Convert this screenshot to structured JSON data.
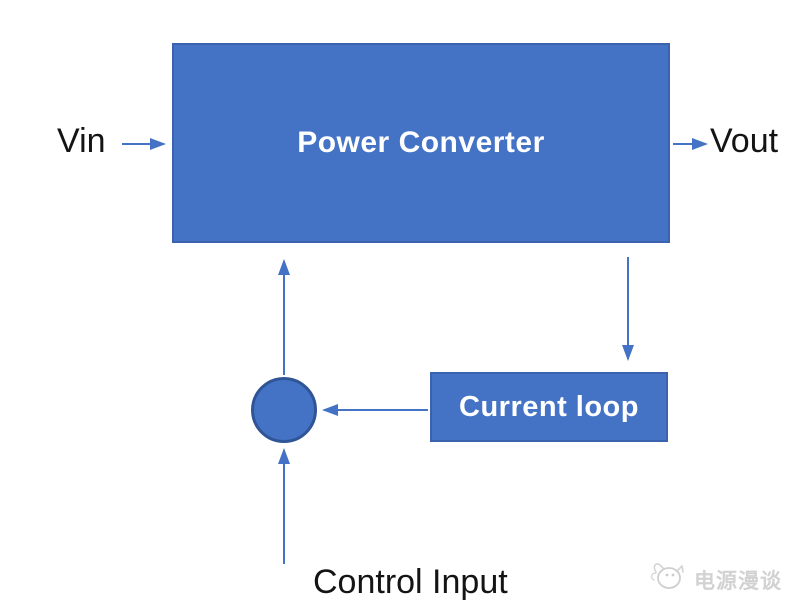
{
  "diagram": {
    "type": "control-block-diagram",
    "nodes": {
      "power_converter": {
        "label": "Power Converter",
        "shape": "rectangle"
      },
      "current_loop": {
        "label": "Current loop",
        "shape": "rectangle"
      },
      "summing_junction": {
        "label": "",
        "shape": "circle"
      }
    },
    "labels": {
      "vin": "Vin",
      "vout": "Vout",
      "control_input": "Control Input"
    },
    "edges": [
      {
        "from": "Vin",
        "to": "Power Converter",
        "direction": "right"
      },
      {
        "from": "Power Converter",
        "to": "Vout",
        "direction": "right"
      },
      {
        "from": "Power Converter",
        "to": "Current loop",
        "direction": "down"
      },
      {
        "from": "Current loop",
        "to": "summing_junction",
        "direction": "left"
      },
      {
        "from": "summing_junction",
        "to": "Power Converter",
        "direction": "up"
      },
      {
        "from": "Control Input",
        "to": "summing_junction",
        "direction": "up"
      }
    ],
    "colors": {
      "node_fill": "#4472C4",
      "node_border": "#2F5597",
      "arrow": "#4472C4",
      "node_text": "#FFFFFF",
      "label_text": "#141414",
      "watermark": "#D2D2D2",
      "background": "#FFFFFF"
    },
    "watermark": {
      "text": "电源漫谈",
      "logo": "cat-doodle-logo"
    }
  }
}
